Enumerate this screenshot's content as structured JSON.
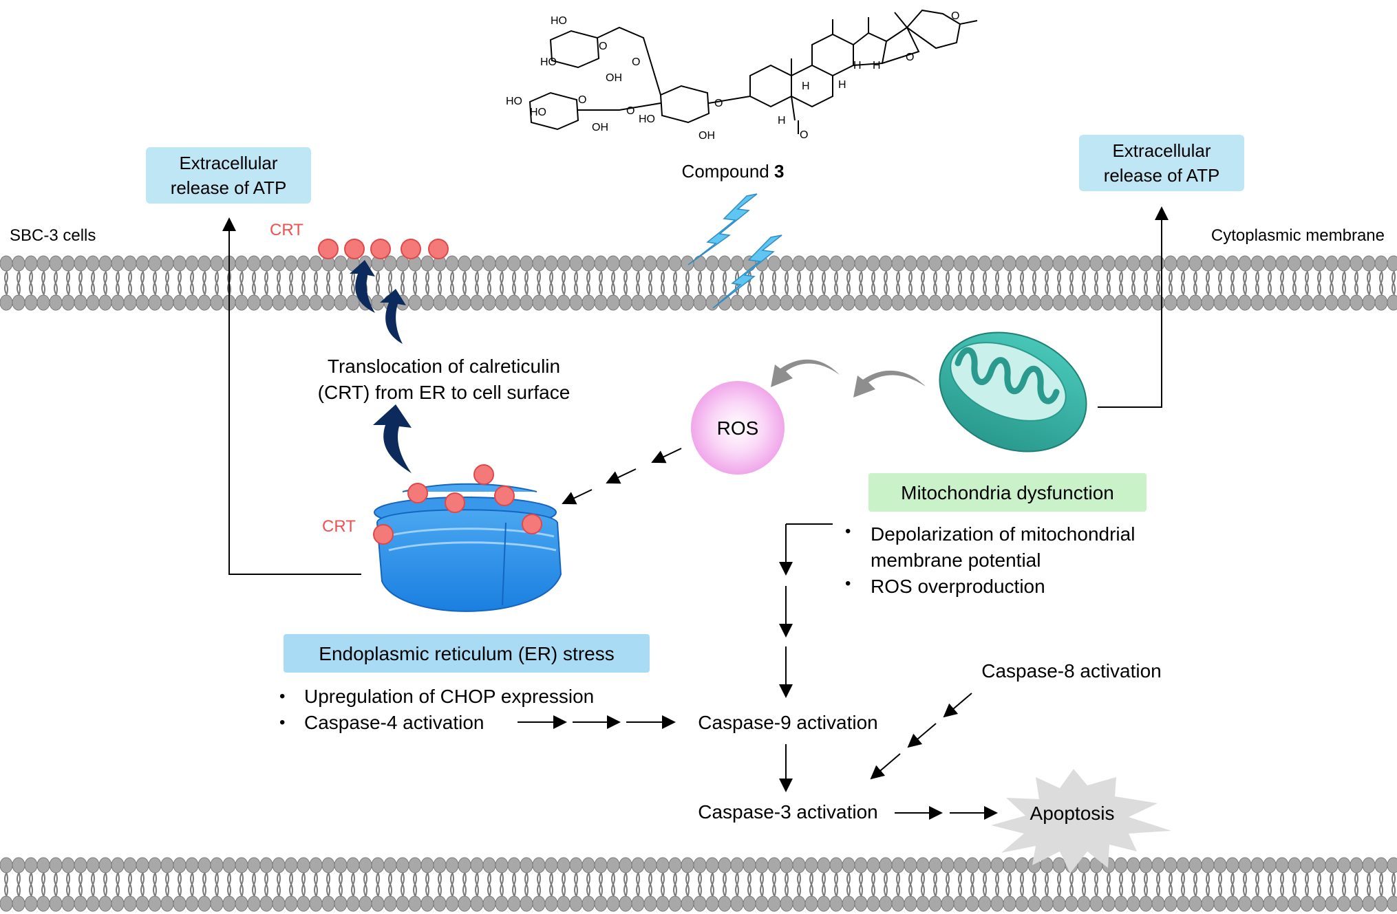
{
  "compound": {
    "label": "Compound ",
    "number": "3"
  },
  "structure_labels": {
    "ho1": "HO",
    "ho2": "HO",
    "oh1": "OH",
    "ho3": "HO",
    "ho4": "HO",
    "oh2": "OH",
    "ho5": "HO",
    "oh3": "OH",
    "o1": "O",
    "o2": "O",
    "o3": "O",
    "o4": "O",
    "o5": "O",
    "o6": "O",
    "o7": "O",
    "h1": "H",
    "h2": "H",
    "h3": "H",
    "h4": "H",
    "h5": "H"
  },
  "labels": {
    "cells": "SBC-3 cells",
    "membrane": "Cytoplasmic membrane",
    "atp_left": [
      "Extracellular",
      "release of ATP"
    ],
    "atp_right": [
      "Extracellular",
      "release of ATP"
    ],
    "crt_top": "CRT",
    "crt_er": "CRT",
    "translocation": [
      "Translocation of calreticulin",
      "(CRT) from ER to cell surface"
    ],
    "ros": "ROS",
    "mito": "Mitochondria dysfunction",
    "mito_bullets": [
      "Depolarization of mitochondrial",
      "membrane potential",
      "ROS overproduction"
    ],
    "er_stress": "Endoplasmic reticulum (ER) stress",
    "er_bullets": [
      "Upregulation of CHOP expression",
      "Caspase-4 activation"
    ],
    "bullet": "•",
    "casp9": "Caspase-9 activation",
    "casp8": "Caspase-8 activation",
    "casp3": "Caspase-3 activation",
    "apoptosis": "Apoptosis"
  },
  "colors": {
    "membrane": "#a8a8a8",
    "membrane_dark": "#7a7a7a",
    "crt": "#f07a7a",
    "crt_text": "#f05050",
    "dark_arrow": "#0d2a5c",
    "gray_arrow": "#909090",
    "er": "#2f8fe8",
    "mito": "#2fb0a4",
    "ros": "#f4b8f0",
    "atp_box": "#bfe6f5",
    "mito_box": "#c9f2c9",
    "er_box": "#a9dcf4",
    "lightning": "#5fc5f2",
    "star": "#dcdcdc"
  }
}
